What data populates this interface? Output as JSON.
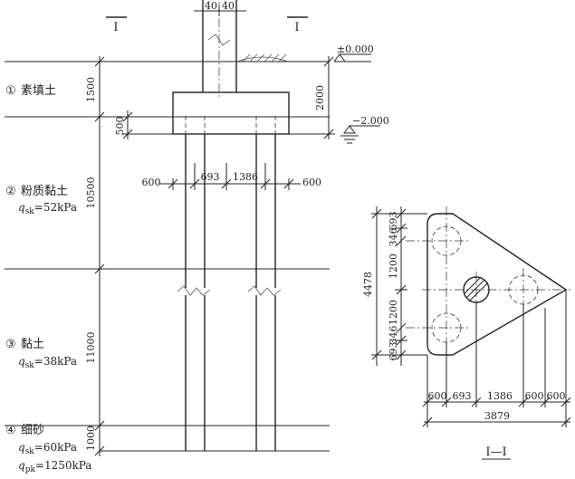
{
  "section": {
    "cut_mark": "I",
    "caption": "I—I",
    "elev_ground": "±0.000",
    "elev_water": "−2.000"
  },
  "layers": [
    {
      "num": "①",
      "name": "素填土",
      "thickness": "1500",
      "qsk_sym": "",
      "qsk_sub": "",
      "qsk_val": "",
      "qpk_sym": "",
      "qpk_sub": "",
      "qpk_val": ""
    },
    {
      "num": "②",
      "name": "粉质黏土",
      "thickness": "10500",
      "qsk_sym": "q",
      "qsk_sub": "sk",
      "qsk_val": "=52kPa",
      "qpk_sym": "",
      "qpk_sub": "",
      "qpk_val": ""
    },
    {
      "num": "③",
      "name": "黏土",
      "thickness": "11000",
      "qsk_sym": "q",
      "qsk_sub": "sk",
      "qsk_val": "=38kPa",
      "qpk_sym": "",
      "qpk_sub": "",
      "qpk_val": ""
    },
    {
      "num": "④",
      "name": "细砂",
      "thickness": "1000",
      "qsk_sym": "q",
      "qsk_sub": "sk",
      "qsk_val": "=60kPa",
      "qpk_sym": "q",
      "qpk_sub": "pk",
      "qpk_val": "=1250kPa"
    }
  ],
  "elevation_dims": {
    "column_width_left": "40",
    "column_width_right": "40",
    "cap_embed": "500",
    "cap_depth": "2000",
    "edge_left": "600",
    "spacing_left": "693",
    "spacing_right": "1386",
    "edge_right": "600"
  },
  "plan_dims": {
    "total_height": "4478",
    "v_top_edge": "693",
    "v_top_offset": "346",
    "v_upper": "1200",
    "v_lower": "1200",
    "v_bottom_offset": "346",
    "v_bottom_edge": "693",
    "h_edge_left": "600",
    "h_spacing_1": "693",
    "h_spacing_2": "1386",
    "h_spacing_3": "600",
    "h_edge_right": "600",
    "total_width": "3879"
  }
}
